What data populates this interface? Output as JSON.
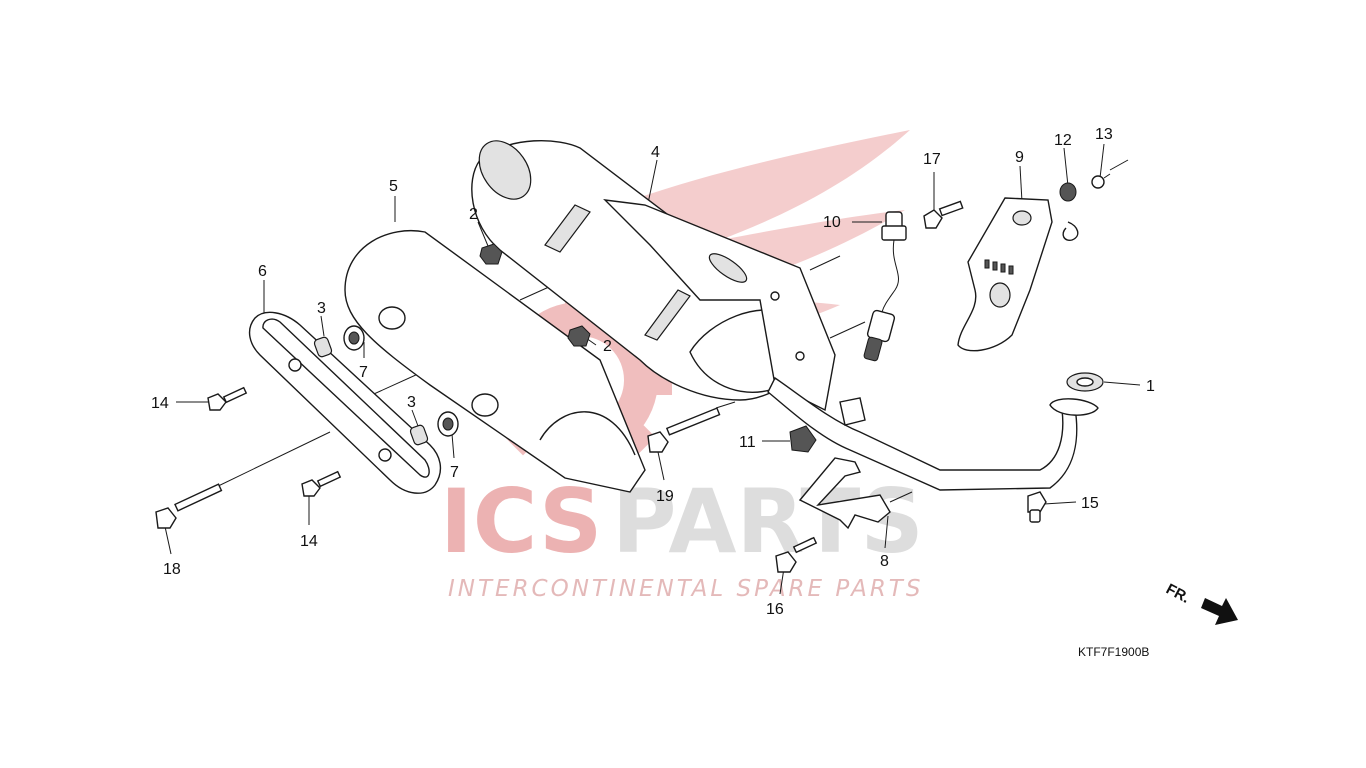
{
  "watermark": {
    "brand_part1": "ICS",
    "brand_part2": "PARTS",
    "tagline": "INTERCONTINENTAL SPARE PARTS",
    "colors": {
      "red": "#e8a0a0",
      "gray": "#d0d0d0"
    }
  },
  "diagram_code": "KTF7F1900B",
  "direction_label": "FR.",
  "callouts": [
    {
      "id": "c1",
      "text": "1"
    },
    {
      "id": "c2a",
      "text": "2"
    },
    {
      "id": "c2b",
      "text": "2"
    },
    {
      "id": "c3a",
      "text": "3"
    },
    {
      "id": "c3b",
      "text": "3"
    },
    {
      "id": "c4",
      "text": "4"
    },
    {
      "id": "c5",
      "text": "5"
    },
    {
      "id": "c6",
      "text": "6"
    },
    {
      "id": "c7a",
      "text": "7"
    },
    {
      "id": "c7b",
      "text": "7"
    },
    {
      "id": "c8",
      "text": "8"
    },
    {
      "id": "c9",
      "text": "9"
    },
    {
      "id": "c10",
      "text": "10"
    },
    {
      "id": "c11",
      "text": "11"
    },
    {
      "id": "c12",
      "text": "12"
    },
    {
      "id": "c13",
      "text": "13"
    },
    {
      "id": "c14a",
      "text": "14"
    },
    {
      "id": "c14b",
      "text": "14"
    },
    {
      "id": "c15",
      "text": "15"
    },
    {
      "id": "c16",
      "text": "16"
    },
    {
      "id": "c17",
      "text": "17"
    },
    {
      "id": "c18",
      "text": "18"
    },
    {
      "id": "c19",
      "text": "19"
    }
  ]
}
